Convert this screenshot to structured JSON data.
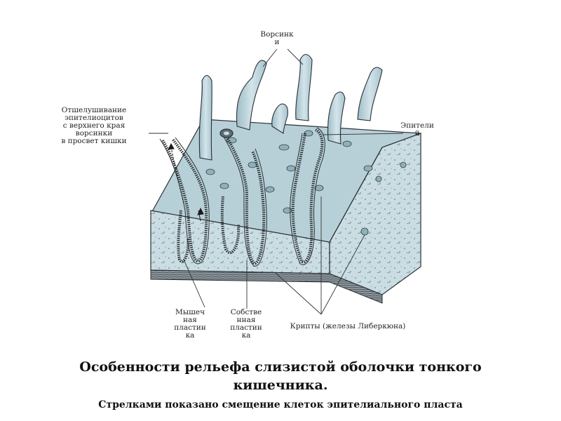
{
  "labels": {
    "villi": "Ворсинк\nи",
    "desquamation": "Отшелушивание\nэпителиоцитов\nс верхнего края\nворсинки\nв просвет кишки",
    "epithelium": "Эпители\nй",
    "muscularis": "Мышеч\nная\nпластин\nка",
    "lamina_propria": "Собстве\nнная\nпластин\nка",
    "crypts": "Крипты (железы Либеркюна)"
  },
  "title": "Особенности рельефа слизистой оболочки тонкого кишечника.",
  "subtitle": "Стрелками показано смещение клеток эпителиального пласта",
  "colors": {
    "tissue": "#c9dde3",
    "tissue_light": "#d9e8ec",
    "villus": "#b9d3dc",
    "outline": "#2a2f33",
    "muscle": "#6f7a80"
  }
}
